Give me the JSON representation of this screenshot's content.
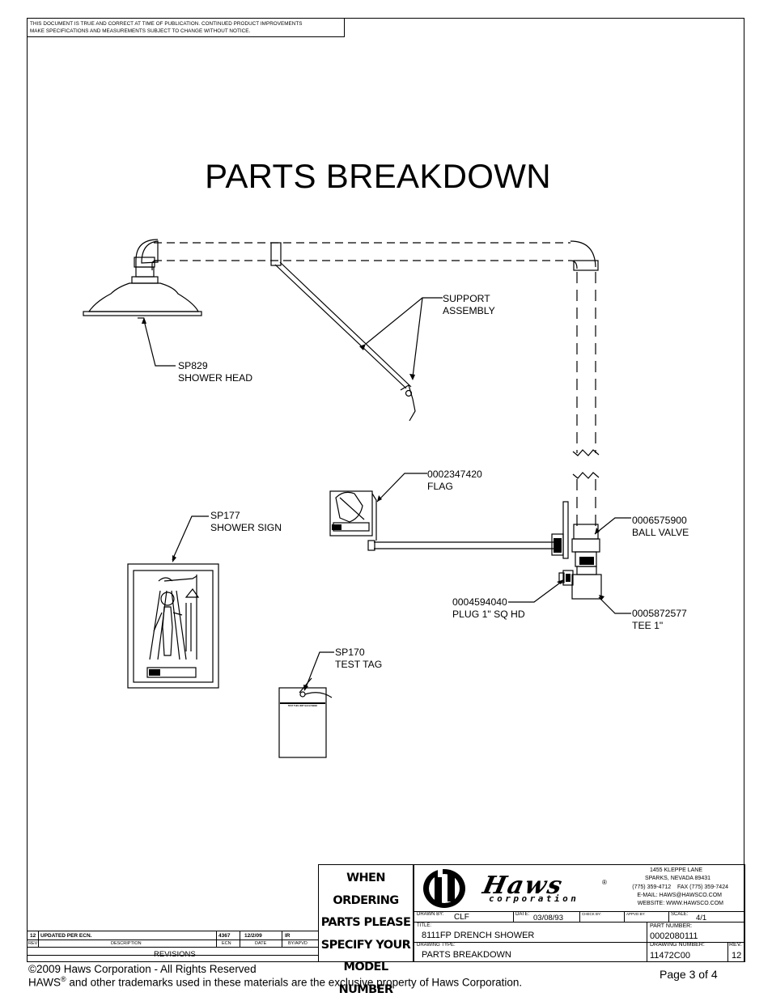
{
  "notice": {
    "line1": "THIS DOCUMENT IS TRUE AND CORRECT AT TIME OF PUBLICATION. CONTINUED PRODUCT IMPROVEMENTS",
    "line2": "MAKE SPECIFICATIONS AND MEASUREMENTS SUBJECT TO CHANGE WITHOUT NOTICE."
  },
  "title": "PARTS BREAKDOWN",
  "parts": [
    {
      "number": "SP829",
      "name": "SHOWER HEAD"
    },
    {
      "number": "",
      "name_line1": "SUPPORT",
      "name_line2": "ASSEMBLY"
    },
    {
      "number": "0002347420",
      "name": "FLAG"
    },
    {
      "number": "SP177",
      "name": "SHOWER SIGN"
    },
    {
      "number": "0006575900",
      "name": "BALL VALVE"
    },
    {
      "number": "0004594040",
      "name": "PLUG 1\" SQ HD"
    },
    {
      "number": "0005872577",
      "name": "TEE 1\""
    },
    {
      "number": "SP170",
      "name": "TEST TAG"
    }
  ],
  "tag_text": "TEST THIS UNIT EACH WEEK",
  "revisions": {
    "row": {
      "rev": "12",
      "description": "UPDATED PER ECN.",
      "ecn": "4367",
      "date": "12/2/09",
      "by": "IR"
    },
    "headers": {
      "rev": "REV",
      "description": "DESCRIPTION",
      "ecn": "ECN",
      "date": "DATE",
      "by": "BY/APVD"
    },
    "caption": "REVISIONS"
  },
  "order_note": [
    "WHEN ORDERING",
    "PARTS PLEASE",
    "SPECIFY YOUR",
    "MODEL NUMBER"
  ],
  "company": {
    "logo_text": "Haws",
    "logo_sub": "corporation",
    "address1": "1455 KLEPPE LANE",
    "address2": "SPARKS, NEVADA 89431",
    "phone": "(775) 359-4712    FAX (775) 359-7424",
    "email": "E-MAIL: HAWS@HAWSCO.COM",
    "website": "WEBSITE: WWW.HAWSCO.COM"
  },
  "title_block": {
    "drawn_by_label": "DRAWN BY:",
    "drawn_by": "CLF",
    "date_label": "DATE:",
    "date": "03/08/93",
    "check_label": "CHECK BY:",
    "apvd_label": "APPVD BY:",
    "scale_label": "SCALE:",
    "scale": "4/1",
    "title_label": "TITLE:",
    "title": "8111FP DRENCH SHOWER",
    "part_number_label": "PART NUMBER:",
    "part_number": "0002080111",
    "drawing_type_label": "DRAWING TYPE:",
    "drawing_type": "PARTS BREAKDOWN",
    "drawing_number_label": "DRAWING NUMBER:",
    "drawing_number": "11472C00",
    "rev_label": "REV.",
    "rev": "12"
  },
  "footer": {
    "copyright": "©2009 Haws Corporation - All Rights Reserved",
    "trademark_prefix": "HAWS",
    "trademark_suffix": " and other trademarks used in these materials are the exclusive property of Haws Corporation.",
    "page": "Page  3 of 4"
  }
}
